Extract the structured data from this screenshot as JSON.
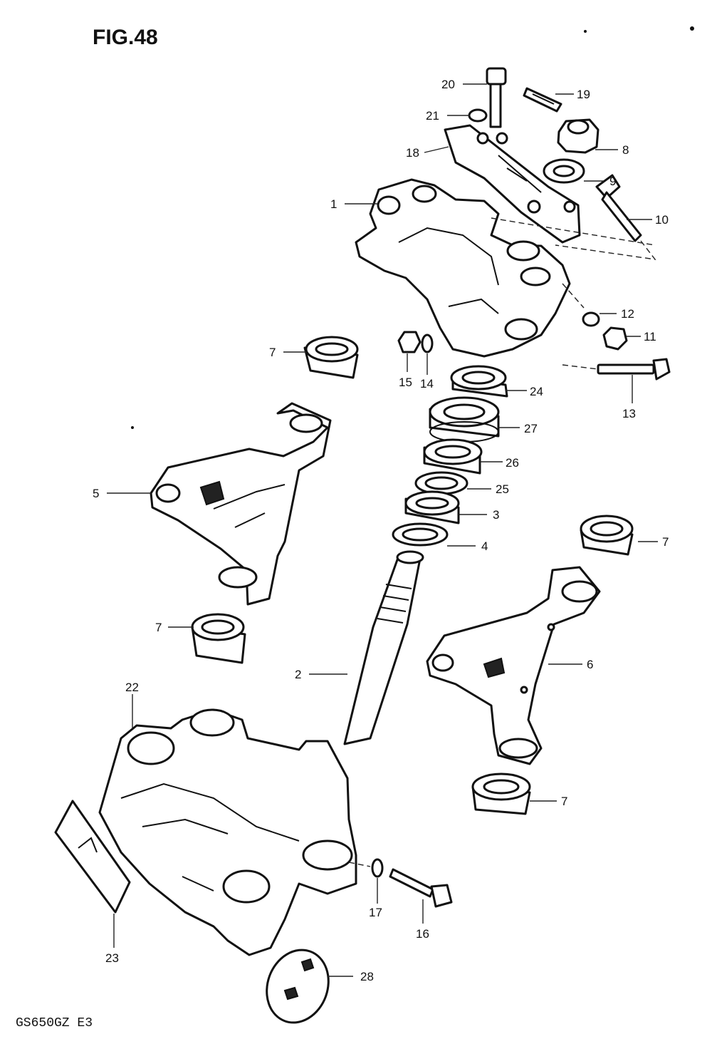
{
  "figure": {
    "title": "FIG.48",
    "model_code": "GS650GZ E3"
  },
  "callouts": [
    {
      "id": "c20",
      "label": "20"
    },
    {
      "id": "c19",
      "label": "19"
    },
    {
      "id": "c21",
      "label": "21"
    },
    {
      "id": "c18",
      "label": "18"
    },
    {
      "id": "c8",
      "label": "8"
    },
    {
      "id": "c9",
      "label": "9"
    },
    {
      "id": "c1",
      "label": "1"
    },
    {
      "id": "c10",
      "label": "10"
    },
    {
      "id": "c12",
      "label": "12"
    },
    {
      "id": "c11",
      "label": "11"
    },
    {
      "id": "c7a",
      "label": "7"
    },
    {
      "id": "c15",
      "label": "15"
    },
    {
      "id": "c14",
      "label": "14"
    },
    {
      "id": "c24",
      "label": "24"
    },
    {
      "id": "c13",
      "label": "13"
    },
    {
      "id": "c27",
      "label": "27"
    },
    {
      "id": "c26",
      "label": "26"
    },
    {
      "id": "c5",
      "label": "5"
    },
    {
      "id": "c25",
      "label": "25"
    },
    {
      "id": "c3",
      "label": "3"
    },
    {
      "id": "c4",
      "label": "4"
    },
    {
      "id": "c7b",
      "label": "7"
    },
    {
      "id": "c7c",
      "label": "7"
    },
    {
      "id": "c6",
      "label": "6"
    },
    {
      "id": "c2",
      "label": "2"
    },
    {
      "id": "c22",
      "label": "22"
    },
    {
      "id": "c7d",
      "label": "7"
    },
    {
      "id": "c17",
      "label": "17"
    },
    {
      "id": "c16",
      "label": "16"
    },
    {
      "id": "c23",
      "label": "23"
    },
    {
      "id": "c28",
      "label": "28"
    }
  ]
}
